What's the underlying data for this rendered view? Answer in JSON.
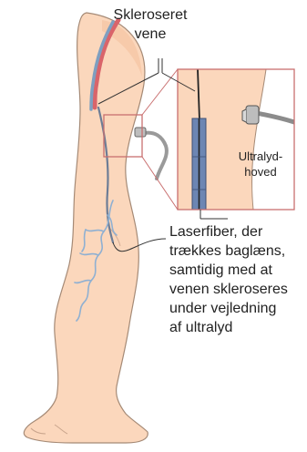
{
  "labels": {
    "sclerosed_vein": [
      "Skleroseret",
      "vene"
    ],
    "ultrasound_probe": [
      "Ultralyd-",
      "hoved"
    ],
    "laser_fiber": [
      "Laserfiber, der",
      "trækkes baglæns,",
      "samtidig med at",
      "venen skleroseres",
      "under vejledning",
      "af ultralyd"
    ]
  },
  "colors": {
    "skin": "#fbd7bc",
    "skin_outline": "#a58a76",
    "vein_red": "#d9646a",
    "vein_blue": "#7e9fc0",
    "fiber_dark": "#222222",
    "fiber_sheath": "#6d86b3",
    "probe_grey": "#bdbdbd",
    "callout_box": "#c96f6f",
    "label_text": "#222222"
  },
  "icons": {
    "probe": "ultrasound-probe-icon",
    "fiber": "laser-fiber-icon"
  }
}
